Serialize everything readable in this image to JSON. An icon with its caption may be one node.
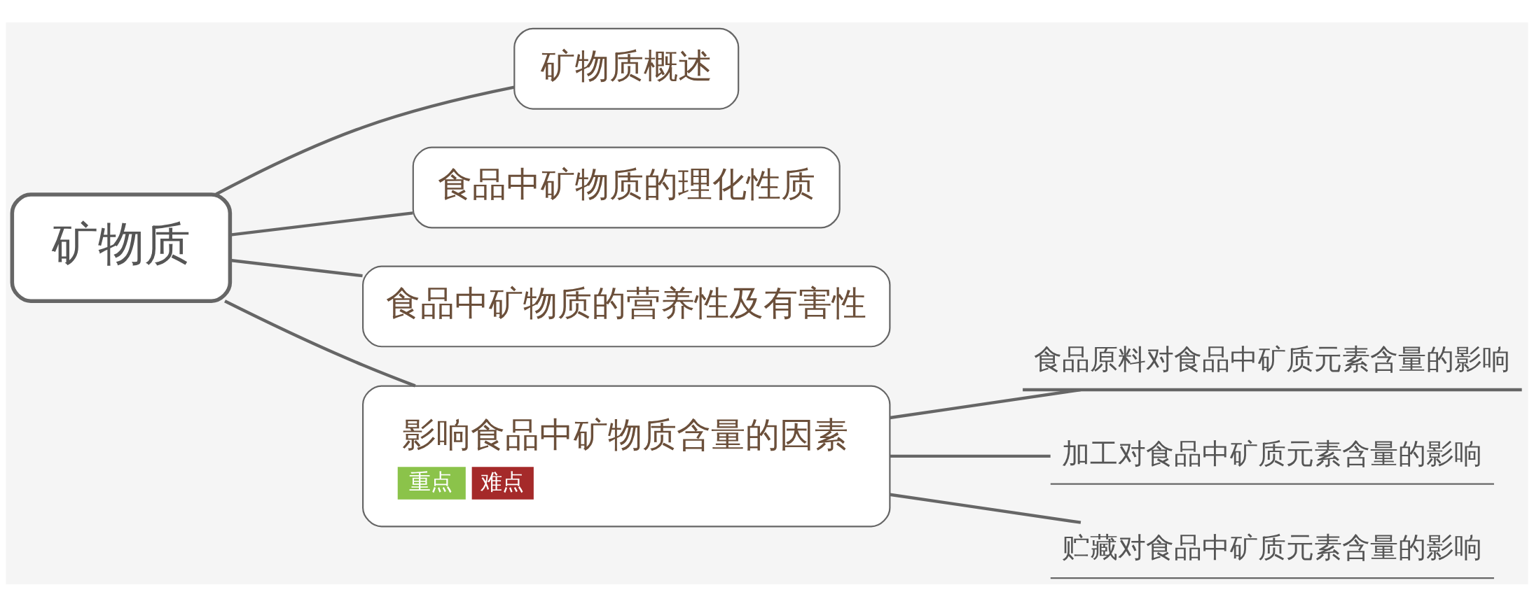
{
  "diagram": {
    "nodes": [
      {
        "text": [
          "矿物质"
        ]
      },
      {
        "text": [
          "矿物质概述"
        ]
      },
      {
        "text": [
          "食品中矿物质的理化性质"
        ]
      },
      {
        "text": [
          "食品中矿物质的营养性及有害性"
        ]
      },
      {
        "text": [
          "影响食品中矿物质含量的因素",
          "重点",
          "难点"
        ]
      },
      {
        "text": [
          "食品原料对食品中矿质元素含量的影响"
        ]
      },
      {
        "text": [
          "加工对食品中矿质元素含量的影响"
        ]
      },
      {
        "text": [
          "贮藏对食品中矿质元素含量的影响"
        ]
      }
    ],
    "edges": [
      {
        "from": 0,
        "to": 1,
        "arrow": "none"
      },
      {
        "from": 0,
        "to": 2,
        "arrow": "none"
      },
      {
        "from": 0,
        "to": 3,
        "arrow": "none"
      },
      {
        "from": 0,
        "to": 4,
        "arrow": "none"
      },
      {
        "from": 4,
        "to": 5,
        "arrow": "none"
      },
      {
        "from": 4,
        "to": 6,
        "arrow": "none"
      },
      {
        "from": 4,
        "to": 7,
        "arrow": "none"
      }
    ]
  }
}
